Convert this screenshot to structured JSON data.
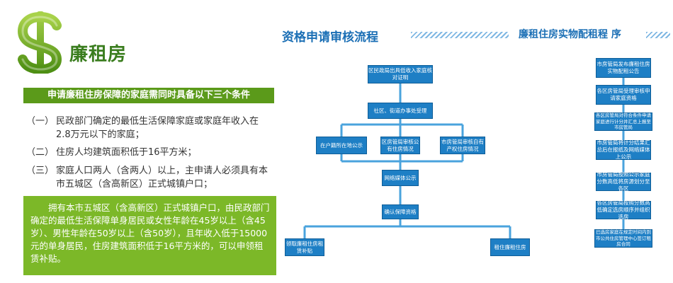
{
  "logo": {
    "title": "廉租房",
    "icon": "dollar-sign-icon",
    "accent": "#5b9a1a"
  },
  "conditions": {
    "header": "申请廉租住房保障的家庭需同时具备以下三个条件",
    "items": [
      {
        "num": "（一）",
        "text": "民政部门确定的最低生活保障家庭或家庭年收入在2.8万元以下的家庭；"
      },
      {
        "num": "（二）",
        "text": "住房人均建筑面积低于16平方米；"
      },
      {
        "num": "（三）",
        "text": "家庭人口两人（含两人）以上，主申请人必须具有本市五城区（含高新区）正式城镇户口；"
      }
    ],
    "note": "拥有本市五城区（含高新区）正式城镇户口，由民政部门确定的最低生活保障单身居民或女性年龄在45岁以上（含45岁）、男性年龄在50岁以上（含50岁），且年收入低于15000元的单身居民，住房建筑面积低于16平方米的，可以申领租赁补贴。"
  },
  "review": {
    "title": "资格申请审核流程",
    "boxes": {
      "b1": "区民政局出具低收入家庭核对证明",
      "b2": "社区、街道办事处受理",
      "b3": "在户籍所在地公示",
      "b4": "区房管局审核公有住房情况",
      "b5": "市房管局审核自有产权住房情况",
      "b6": "网络媒体公示",
      "b7": "确认保障资格",
      "b8": "领取廉租住房租赁补贴",
      "b9": "租住廉租住房"
    }
  },
  "allocation": {
    "title": "廉租住房实物配租程 序",
    "boxes": [
      "市房管局发布廉租住房实物配租公告",
      "各区房管局受理审核申请家庭资格",
      "各区房管局对符合条件申请家庭进行计分并汇总上报至市房管局",
      "市房管局将计分结果汇总后在报纸及网络媒体上公示",
      "市房管局按照公示家庭分数高低将房源划分至各区",
      "各区房管局按照分数高低确定选房顺序并组织选房",
      "已选房家庭在规定时间内到市公共住房管理中心签订租房合同"
    ]
  }
}
